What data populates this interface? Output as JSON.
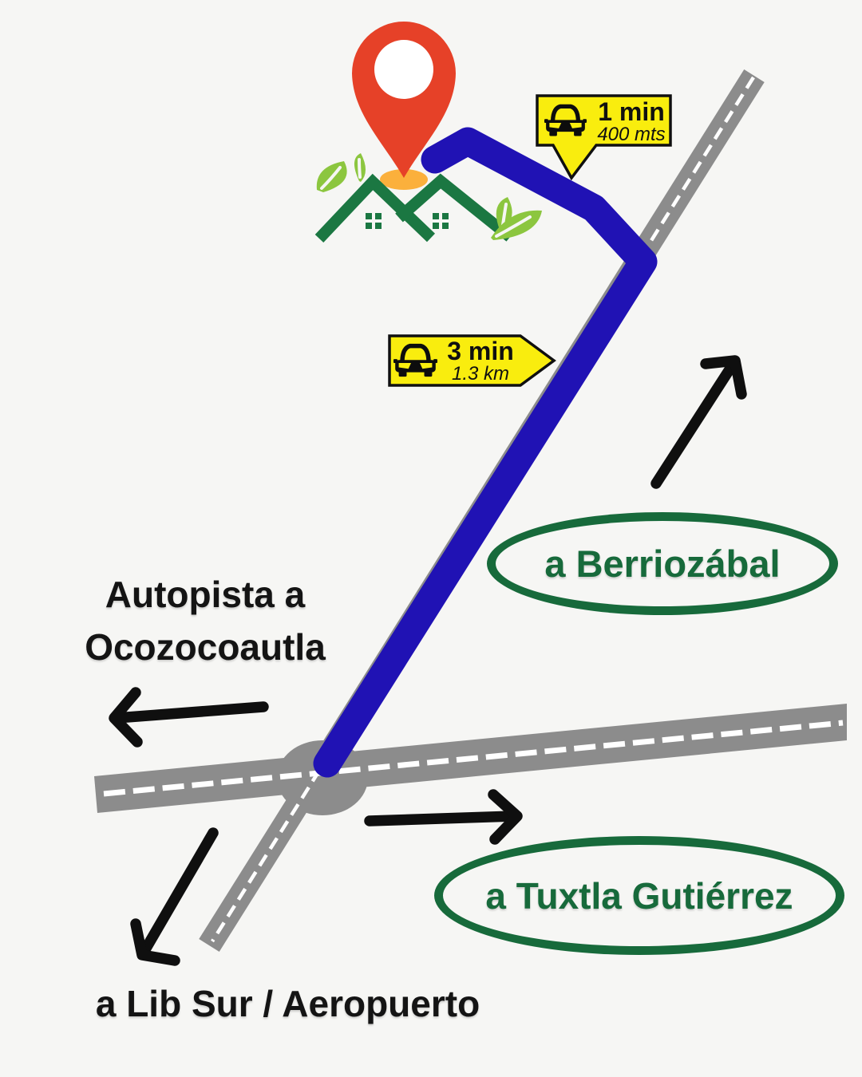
{
  "labels": {
    "autopista_line1": "Autopista a",
    "autopista_line2": "Ocozocoautla",
    "lib_sur_aeropuerto": "a Lib Sur / Aeropuerto",
    "berriozabal": "a Berriozábal",
    "tuxtla_gutierrez": "a Tuxtla Gutiérrez"
  },
  "badges": [
    {
      "time": "1 min",
      "distance": "400 mts"
    },
    {
      "time": "3 min",
      "distance": "1.3 km"
    }
  ],
  "icons": {
    "pin": "location-pin-icon",
    "car": "car-icon",
    "house": "house-logo-icon",
    "leaf": "leaf-icon"
  },
  "colors": {
    "background": "#f6f6f4",
    "road-gray": "#8c8c8c",
    "dash-white": "#ffffff",
    "route-blue": "#2012b4",
    "badge-yellow": "#f9ed0e",
    "pin-red": "#e64128",
    "pin-shadow-orange": "#fbb03c",
    "house-green": "#1b7742",
    "leaf-green": "#8cc63f",
    "oval-green": "#176a3b",
    "arrow-black": "#0f0f0f",
    "text-black": "#141414"
  }
}
